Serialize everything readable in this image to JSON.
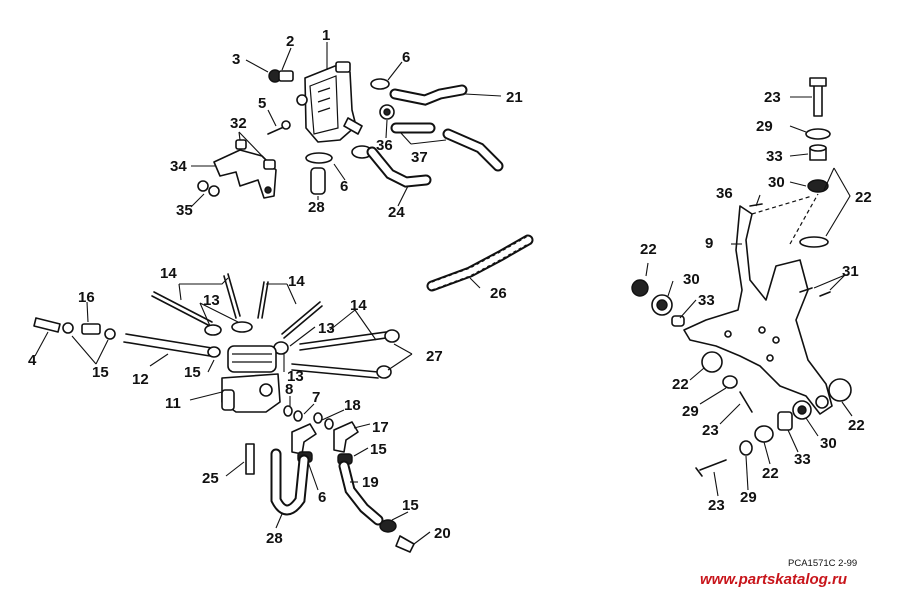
{
  "reference_code": "PCA1571C 2-99",
  "watermark": "www.partskatalog.ru",
  "callouts": [
    {
      "id": "c1",
      "label": "1"
    },
    {
      "id": "c2",
      "label": "2"
    },
    {
      "id": "c3",
      "label": "3"
    },
    {
      "id": "c6a",
      "label": "6"
    },
    {
      "id": "c5",
      "label": "5"
    },
    {
      "id": "c21",
      "label": "21"
    },
    {
      "id": "c32",
      "label": "32"
    },
    {
      "id": "c36a",
      "label": "36"
    },
    {
      "id": "c37",
      "label": "37"
    },
    {
      "id": "c34",
      "label": "34"
    },
    {
      "id": "c6b",
      "label": "6"
    },
    {
      "id": "c35",
      "label": "35"
    },
    {
      "id": "c28a",
      "label": "28"
    },
    {
      "id": "c24",
      "label": "24"
    },
    {
      "id": "c23a",
      "label": "23"
    },
    {
      "id": "c29a",
      "label": "29"
    },
    {
      "id": "c33a",
      "label": "33"
    },
    {
      "id": "c30a",
      "label": "30"
    },
    {
      "id": "c22a",
      "label": "22"
    },
    {
      "id": "c36b",
      "label": "36"
    },
    {
      "id": "c9",
      "label": "9"
    },
    {
      "id": "c22b",
      "label": "22"
    },
    {
      "id": "c30b",
      "label": "30"
    },
    {
      "id": "c31",
      "label": "31"
    },
    {
      "id": "c33b",
      "label": "33"
    },
    {
      "id": "c26",
      "label": "26"
    },
    {
      "id": "c14a",
      "label": "14"
    },
    {
      "id": "c14b",
      "label": "14"
    },
    {
      "id": "c14c",
      "label": "14"
    },
    {
      "id": "c16",
      "label": "16"
    },
    {
      "id": "c13a",
      "label": "13"
    },
    {
      "id": "c13b",
      "label": "13"
    },
    {
      "id": "c4",
      "label": "4"
    },
    {
      "id": "c15a",
      "label": "15"
    },
    {
      "id": "c12",
      "label": "12"
    },
    {
      "id": "c15b",
      "label": "15"
    },
    {
      "id": "c13c",
      "label": "13"
    },
    {
      "id": "c27",
      "label": "27"
    },
    {
      "id": "c11",
      "label": "11"
    },
    {
      "id": "c8",
      "label": "8"
    },
    {
      "id": "c7",
      "label": "7"
    },
    {
      "id": "c18",
      "label": "18"
    },
    {
      "id": "c17",
      "label": "17"
    },
    {
      "id": "c15c",
      "label": "15"
    },
    {
      "id": "c25",
      "label": "25"
    },
    {
      "id": "c6c",
      "label": "6"
    },
    {
      "id": "c19",
      "label": "19"
    },
    {
      "id": "c15d",
      "label": "15"
    },
    {
      "id": "c28b",
      "label": "28"
    },
    {
      "id": "c20",
      "label": "20"
    },
    {
      "id": "c22c",
      "label": "22"
    },
    {
      "id": "c29b",
      "label": "29"
    },
    {
      "id": "c23b",
      "label": "23"
    },
    {
      "id": "c30c",
      "label": "30"
    },
    {
      "id": "c22d",
      "label": "22"
    },
    {
      "id": "c33c",
      "label": "33"
    },
    {
      "id": "c22e",
      "label": "22"
    },
    {
      "id": "c23c",
      "label": "23"
    },
    {
      "id": "c29c",
      "label": "29"
    }
  ]
}
